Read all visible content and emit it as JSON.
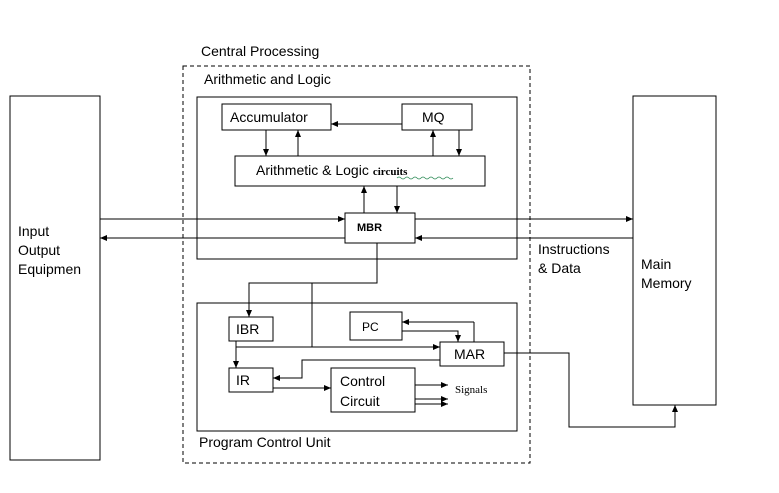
{
  "labels": {
    "cpu": "Central Processing",
    "alu_unit": "Arithmetic and Logic",
    "accumulator": "Accumulator",
    "mq": "MQ",
    "alc_main": "Arithmetic & Logic",
    "alc_suffix": "circuits",
    "mbr": "MBR",
    "io_line1": "Input",
    "io_line2": "Output",
    "io_line3": "Equipmen",
    "mem_line1": "Main",
    "mem_line2": "Memory",
    "instr_line1": "Instructions",
    "instr_line2": "& Data",
    "ibr": "IBR",
    "pc": "PC",
    "mar": "MAR",
    "ir": "IR",
    "control_line1": "Control",
    "control_line2": "Circuit",
    "signals": "Signals",
    "pcu": "Program Control Unit"
  }
}
